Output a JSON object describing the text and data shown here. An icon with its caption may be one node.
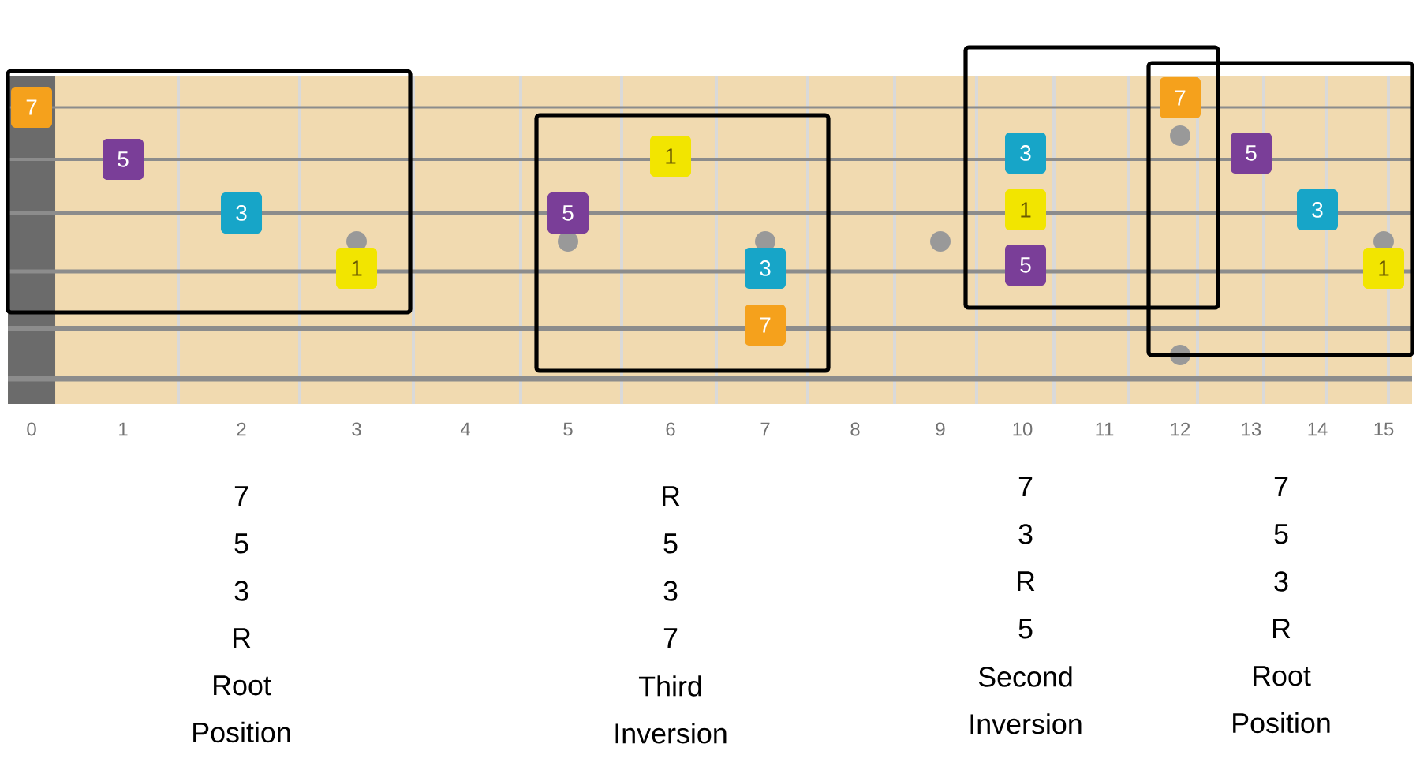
{
  "diagram": {
    "nodes": [
      {
        "text": [],
        "shape": "box",
        "beside": [
          "7",
          "5",
          "3",
          "R",
          "Root Position"
        ]
      },
      {
        "text": [
          "7"
        ],
        "in": 0
      },
      {
        "text": [
          "5"
        ],
        "in": 0
      },
      {
        "text": [
          "3"
        ],
        "in": 0
      },
      {
        "text": [
          "1"
        ],
        "in": 0
      },
      {
        "text": [],
        "shape": "box",
        "beside": [
          "R",
          "5",
          "3",
          "7",
          "Third Inversion"
        ]
      },
      {
        "text": [
          "1"
        ],
        "in": 5
      },
      {
        "text": [
          "5"
        ],
        "in": 5
      },
      {
        "text": [
          "3"
        ],
        "in": 5
      },
      {
        "text": [
          "7"
        ],
        "in": 5
      },
      {
        "text": [],
        "shape": "box",
        "beside": [
          "7",
          "3",
          "R",
          "5",
          "Second Inversion"
        ]
      },
      {
        "text": [
          "3"
        ],
        "in": 10
      },
      {
        "text": [
          "1"
        ],
        "in": 10
      },
      {
        "text": [
          "5"
        ],
        "in": 10
      },
      {
        "text": [
          "7"
        ]
      },
      {
        "text": [],
        "shape": "box",
        "beside": [
          "7",
          "5",
          "3",
          "R",
          "Root Position"
        ]
      },
      {
        "text": [
          "5"
        ],
        "in": 15
      },
      {
        "text": [
          "3"
        ],
        "in": 15
      },
      {
        "text": [
          "1"
        ],
        "in": 15
      }
    ],
    "labels": [
      "0",
      "1",
      "2",
      "3",
      "4",
      "5",
      "6",
      "7",
      "8",
      "9",
      "10",
      "11",
      "12",
      "13",
      "14",
      "15"
    ]
  }
}
